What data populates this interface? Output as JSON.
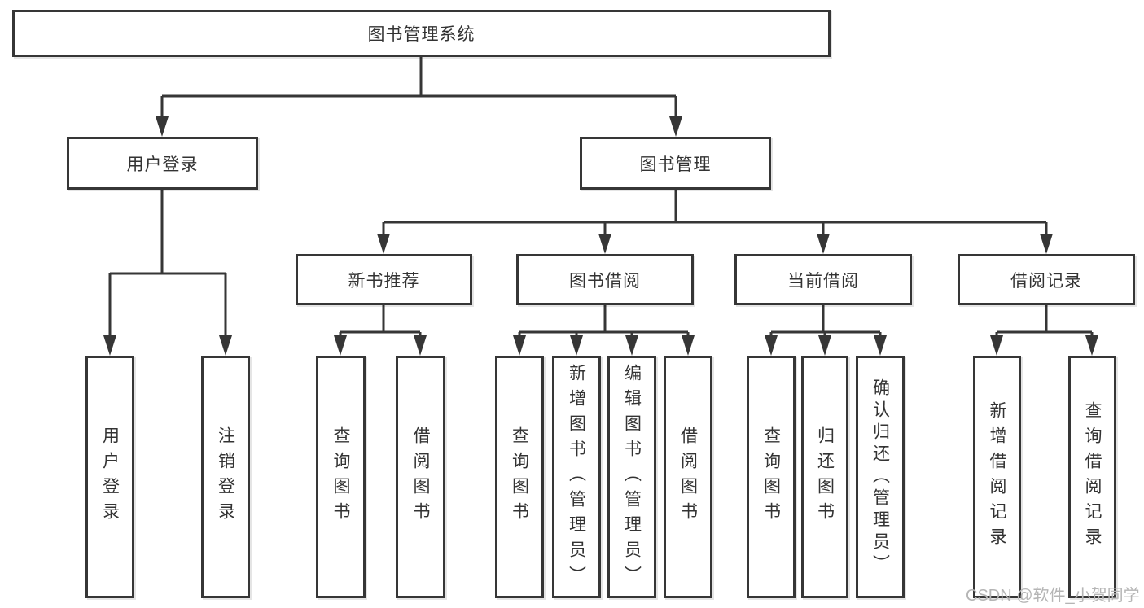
{
  "diagram": {
    "root": "图书管理系统",
    "level2": {
      "user_login": "用户登录",
      "book_mgmt": "图书管理"
    },
    "level3": {
      "new_book": "新书推荐",
      "borrow": "图书借阅",
      "current": "当前借阅",
      "records": "借阅记录"
    },
    "leaves": {
      "user_login": [
        "用户登录",
        "注销登录"
      ],
      "new_book": [
        "查询图书",
        "借阅图书"
      ],
      "borrow": [
        "查询图书",
        "新增图书（管理员）",
        "编辑图书（管理员）",
        "借阅图书"
      ],
      "current": [
        "查询图书",
        "归还图书",
        "确认归还（管理员）"
      ],
      "records": [
        "新增借阅记录",
        "查询借阅记录"
      ]
    }
  },
  "watermark": "CSDN @软件_小贺同学",
  "colors": {
    "line": "#363636",
    "box_border": "#363636",
    "text": "#333333",
    "background": "#ffffff",
    "watermark": "#b5b5b5"
  }
}
